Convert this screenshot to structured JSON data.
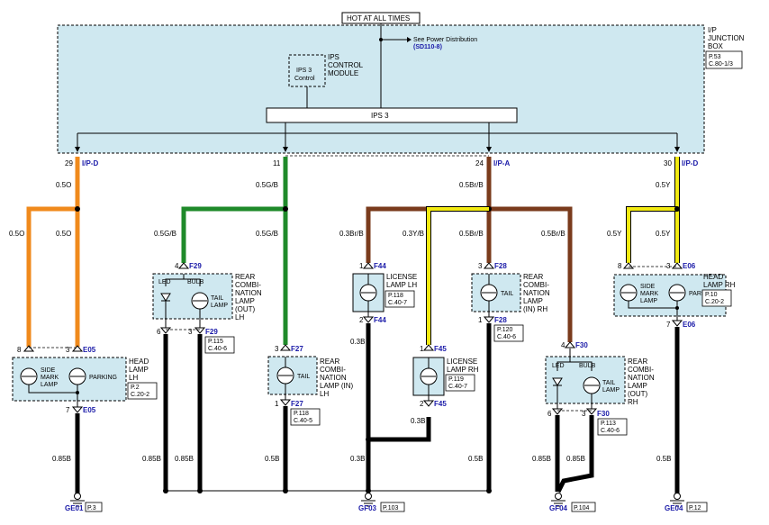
{
  "header": {
    "hot_label": "HOT AT ALL TIMES"
  },
  "junction_box": {
    "title_l1": "I/P",
    "title_l2": "JUNCTION",
    "title_l3": "BOX",
    "ref_l1": "P.53",
    "ref_l2": "C.80-1/3"
  },
  "power": {
    "see_label": "See Power Distribution",
    "see_code": "(SD110-8)"
  },
  "ips": {
    "bus_label": "IPS 3",
    "control_l1": "IPS 3",
    "control_l2": "Control",
    "module_l1": "IPS",
    "module_l2": "CONTROL",
    "module_l3": "MODULE"
  },
  "outputs": [
    {
      "pin": "29",
      "conn": "I/P-D"
    },
    {
      "pin": "11",
      "conn": ""
    },
    {
      "pin": "24",
      "conn": "I/P-A"
    },
    {
      "pin": "30",
      "conn": "I/P-D"
    }
  ],
  "wires": {
    "o": "0.5O",
    "gb": "0.5G/B",
    "brb": "0.5Br/B",
    "brb3": "0.3Br/B",
    "yb": "0.3Y/B",
    "y": "0.5Y",
    "b85": "0.85B",
    "b5": "0.5B",
    "b3": "0.3B"
  },
  "components": {
    "head_lh": {
      "l1": "HEAD",
      "l2": "LAMP",
      "l3": "LH",
      "r1": "P.2",
      "r2": "C.20-2",
      "conn_top": "E05",
      "conn_bot": "E05",
      "pin_a": "8",
      "pin_b": "3",
      "pin_c": "7",
      "side_l1": "SIDE",
      "side_l2": "MARK",
      "side_l3": "LAMP",
      "parking": "PARKING"
    },
    "rcl_out_lh": {
      "l1": "REAR",
      "l2": "COMBI-",
      "l3": "NATION",
      "l4": "LAMP",
      "l5": "(OUT)",
      "l6": "LH",
      "r1": "P.115",
      "r2": "C.40-6",
      "conn_top": "F29",
      "conn_bot": "F29",
      "pin_a": "4",
      "pin_b": "6",
      "pin_c": "3",
      "led": "LED",
      "bulb": "BULB",
      "tail_l1": "TAIL",
      "tail_l2": "LAMP"
    },
    "rcl_in_lh": {
      "l1": "REAR",
      "l2": "COMBI-",
      "l3": "NATION",
      "l4": "LAMP (IN)",
      "l5": "LH",
      "r1": "P.118",
      "r2": "C.40-5",
      "conn_top": "F27",
      "conn_bot": "F27",
      "pin_a": "3",
      "pin_b": "1",
      "tail": "TAIL"
    },
    "license_lh": {
      "l1": "LICENSE",
      "l2": "LAMP LH",
      "r1": "P.118",
      "r2": "C.40-7",
      "conn_top": "F44",
      "conn_bot": "F44",
      "pin_a": "1",
      "pin_b": "2"
    },
    "license_rh": {
      "l1": "LICENSE",
      "l2": "LAMP RH",
      "r1": "P.119",
      "r2": "C.40-7",
      "conn_top": "F45",
      "conn_bot": "F45",
      "pin_a": "1",
      "pin_b": "2"
    },
    "rcl_in_rh": {
      "l1": "REAR",
      "l2": "COMBI-",
      "l3": "NATION",
      "l4": "LAMP",
      "l5": "(IN) RH",
      "r1": "P.120",
      "r2": "C.40-6",
      "conn_top": "F28",
      "conn_bot": "F28",
      "pin_a": "3",
      "pin_b": "1",
      "tail": "TAIL"
    },
    "rcl_out_rh": {
      "l1": "REAR",
      "l2": "COMBI-",
      "l3": "NATION",
      "l4": "LAMP",
      "l5": "(OUT)",
      "l6": "RH",
      "r1": "P.113",
      "r2": "C.40-6",
      "conn_top": "F30",
      "conn_bot": "F30",
      "pin_a": "4",
      "pin_b": "6",
      "pin_c": "3",
      "led": "LED",
      "bulb": "BULB",
      "tail_l1": "TAIL",
      "tail_l2": "LAMP"
    },
    "head_rh": {
      "l1": "HEAD",
      "l2": "LAMP RH",
      "r1": "P.10",
      "r2": "C.20-2",
      "conn_top": "E06",
      "conn_bot": "E06",
      "pin_a": "8",
      "pin_b": "3",
      "pin_c": "7",
      "side_l1": "SIDE",
      "side_l2": "MARK",
      "side_l3": "LAMP",
      "parking": "PARKING"
    }
  },
  "grounds": [
    {
      "id": "GE01",
      "ref": "P.3"
    },
    {
      "id": "GF03",
      "ref": "P.103"
    },
    {
      "id": "GF04",
      "ref": "P.104"
    },
    {
      "id": "GE04",
      "ref": "P.12"
    }
  ],
  "colors": {
    "orange": "#f08a1c",
    "green": "#1f8a2a",
    "brown": "#7a3b1c",
    "yellow": "#f2ea12",
    "box": "#cfe8f0"
  }
}
